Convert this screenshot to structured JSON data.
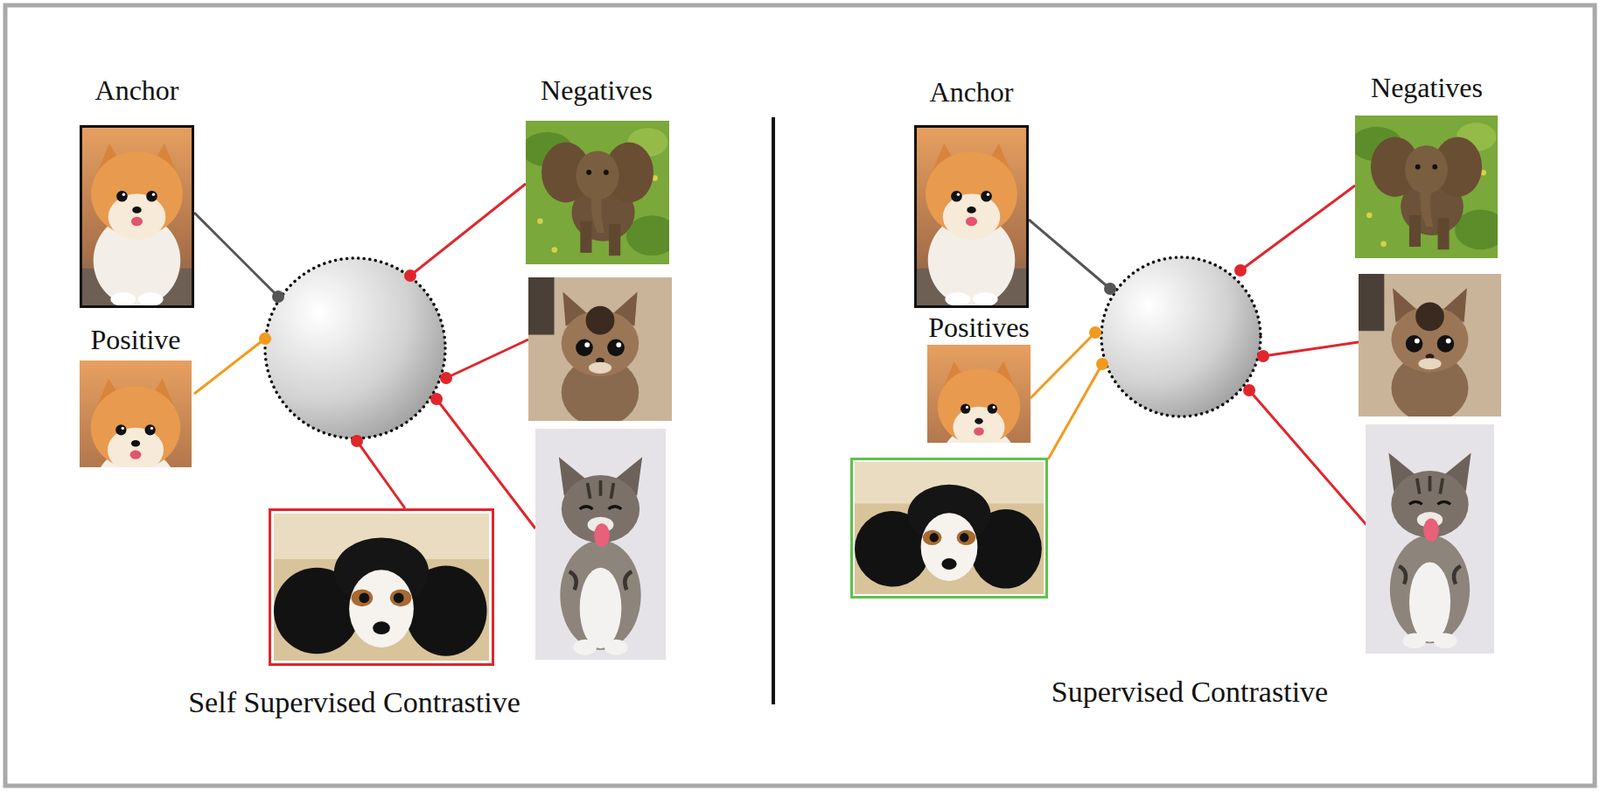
{
  "diagram": {
    "nodes": [
      {
        "text": [
          "Anchor"
        ]
      },
      {
        "text": [
          "Positive"
        ]
      },
      {
        "text": [
          "Anchor"
        ]
      },
      {
        "text": [
          "Positives"
        ]
      }
    ],
    "labels": [
      "Negatives",
      "Self Supervised Contrastive",
      "Negatives",
      "Supervised Contrastive"
    ]
  }
}
